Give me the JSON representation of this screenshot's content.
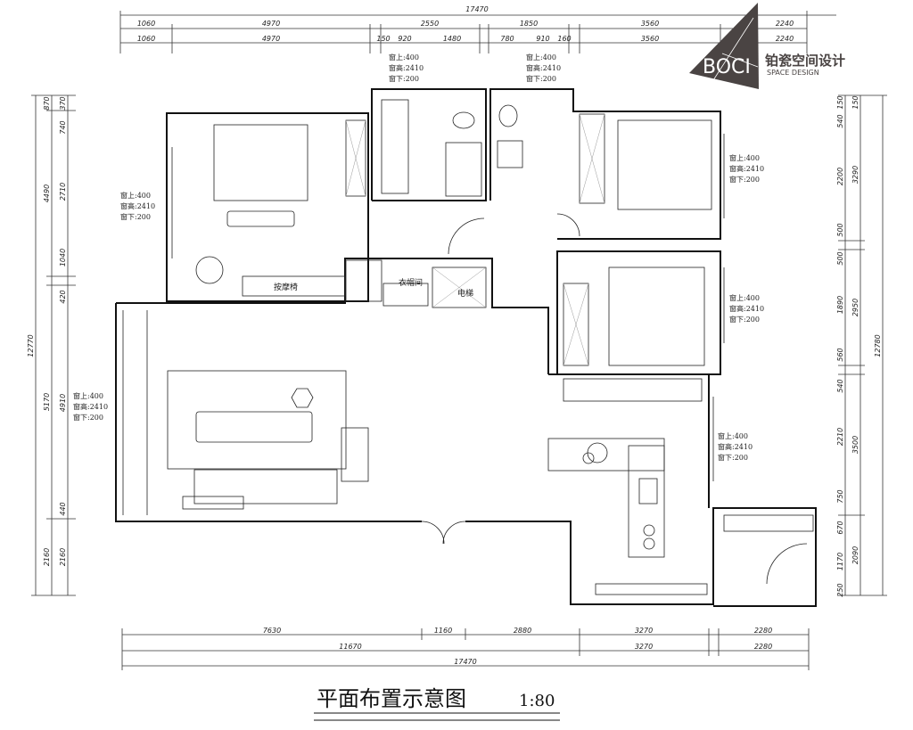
{
  "title": "平面布置示意图",
  "scale": "1:80",
  "logo": {
    "mark": "BOCI",
    "name_cn": "铂瓷空间设计",
    "name_en": "SPACE DESIGN"
  },
  "window_note": {
    "top": "窗上:400",
    "height": "窗高:2410",
    "bottom": "窗下:200"
  },
  "rooms": {
    "cloakroom": "衣帽间",
    "elevator": "电梯",
    "massage": "按摩椅"
  },
  "dims": {
    "top_total": "17470",
    "top_row1": [
      "1060",
      "4970",
      "2550",
      "1850",
      "3560",
      "2240"
    ],
    "top_row2": [
      "1060",
      "4970",
      "150",
      "920",
      "1480",
      "780",
      "910",
      "160",
      "3560",
      "2240"
    ],
    "left_total": "12770",
    "left_row1": [
      "870",
      "4490",
      "5170",
      "2160"
    ],
    "left_row2": [
      "370",
      "740",
      "2710",
      "1040",
      "420",
      "4910",
      "440",
      "2160"
    ],
    "right_row1": [
      "150",
      "540",
      "2200",
      "500",
      "500",
      "1890",
      "560",
      "540",
      "2210",
      "750",
      "670",
      "1170",
      "250"
    ],
    "right_row2": [
      "150",
      "3290",
      "2950",
      "3500",
      "2090"
    ],
    "right_total": "12780",
    "bottom_row1": [
      "7630",
      "1160",
      "2880",
      "3270",
      "2280"
    ],
    "bottom_row2": [
      "11670",
      "3270",
      "2280"
    ],
    "bottom_total": "17470"
  },
  "colors": {
    "logo": "#4a4443",
    "line": "#111111"
  }
}
